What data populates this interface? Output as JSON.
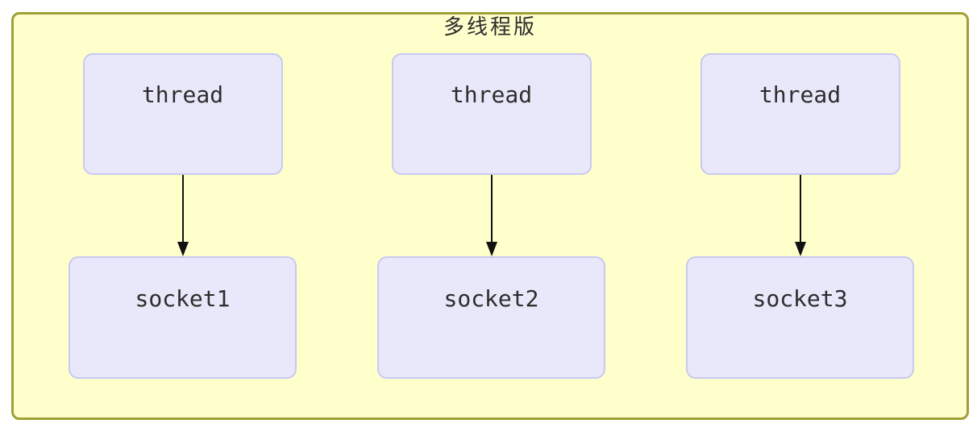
{
  "diagram": {
    "title": "多线程版",
    "colors": {
      "page_bg": "#ffffff",
      "container_bg": "#ffffcc",
      "container_border": "#a0a037",
      "node_bg": "#e8e8fa",
      "node_border": "#c9c9f2",
      "arrow": "#111111",
      "text": "#2d2d2d"
    },
    "columns": [
      {
        "thread": "thread",
        "socket": "socket1"
      },
      {
        "thread": "thread",
        "socket": "socket2"
      },
      {
        "thread": "thread",
        "socket": "socket3"
      }
    ]
  }
}
